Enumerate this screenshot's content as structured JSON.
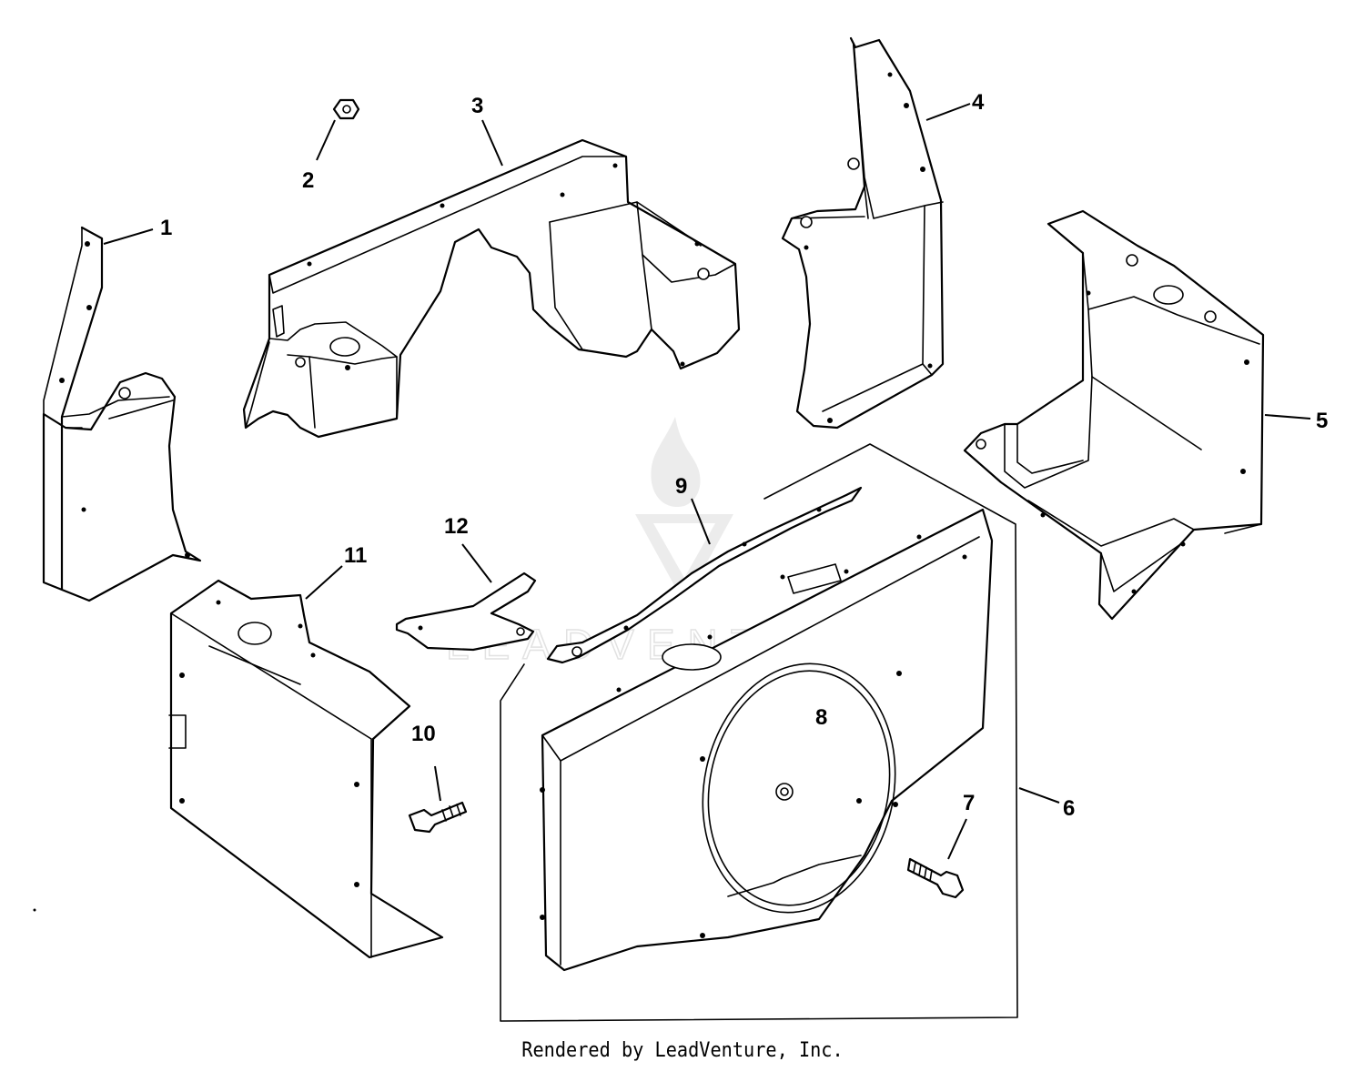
{
  "callouts": {
    "c1": "1",
    "c2": "2",
    "c3": "3",
    "c4": "4",
    "c5": "5",
    "c6": "6",
    "c7": "7",
    "c8": "8",
    "c9": "9",
    "c10": "10",
    "c11": "11",
    "c12": "12"
  },
  "watermark": {
    "text": "LEADVENTURE",
    "logo_icon": "leadventure-flame-logo"
  },
  "footer": {
    "text": "Rendered by LeadVenture, Inc."
  }
}
